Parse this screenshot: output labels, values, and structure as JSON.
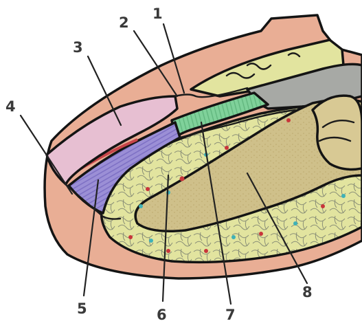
{
  "labels": [
    "1",
    "2",
    "3",
    "4",
    "5",
    "6",
    "7",
    "8"
  ],
  "colors": {
    "skin": "#e9ae95",
    "dermis_pink": "#e7bfd2",
    "nail_violet": "#9b8fd6",
    "matrix_green": "#7fd19a",
    "bone_gray": "#a7a9a5",
    "fat_yellow": "#e2e49f",
    "bone_olive": "#cfc08a",
    "dot_red": "#c8353a",
    "dot_teal": "#3fb1b7",
    "red_stripe": "#c7454a"
  }
}
